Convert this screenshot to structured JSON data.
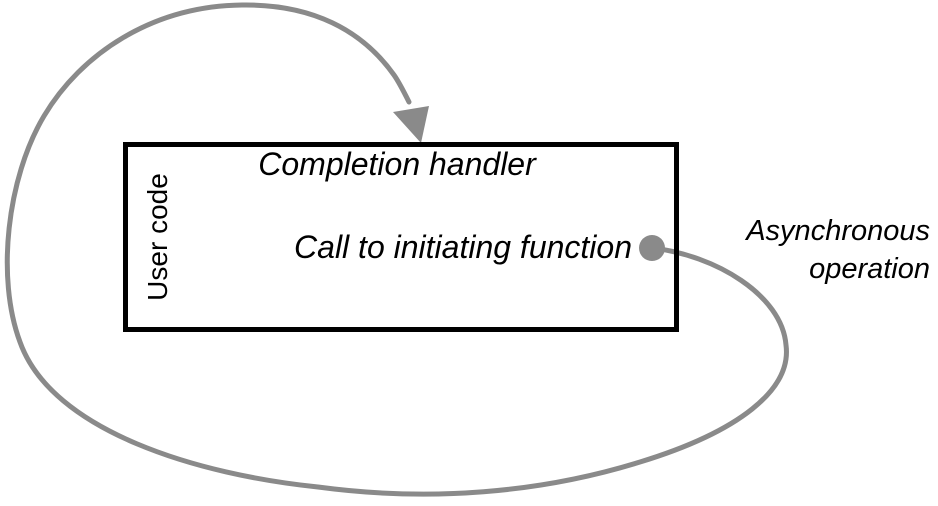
{
  "diagram": {
    "box": {
      "side_label": "User code",
      "top_label": "Completion handler",
      "inner_label": "Call to initiating function"
    },
    "annotation": {
      "label": "Asynchronous operation",
      "lines": [
        "Asynchronous",
        "operation"
      ]
    },
    "colors": {
      "connector": "#8a8a8a",
      "box_border": "#000000",
      "text": "#000000",
      "background": "#ffffff"
    }
  }
}
